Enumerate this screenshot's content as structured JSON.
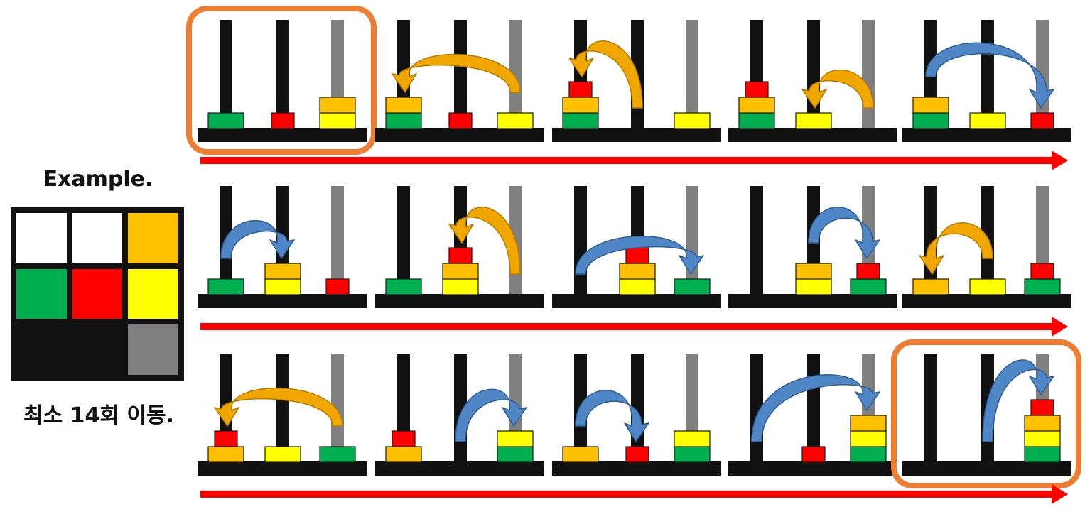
{
  "example_label": "Example.",
  "min_moves_label": "최소 14회 이동.",
  "colors": {
    "green": "#00b050",
    "red": "#ff0000",
    "yellow": "#ffff00",
    "orange": "#ffc000",
    "white": "#ffffff",
    "peg_black": "#111111",
    "peg_gray": "#808080",
    "base": "#111111",
    "highlight": "#ed7d31",
    "arrow_orange": "#f0a800",
    "arrow_blue": "#4f86c6",
    "progress_arrow": "#ff0000"
  },
  "legend": [
    [
      "white",
      "white",
      "orange"
    ],
    [
      "green",
      "red",
      "yellow"
    ],
    [
      "peg_black",
      "peg_black",
      "peg_gray"
    ]
  ],
  "peg_colors": [
    "peg_black",
    "peg_black",
    "peg_gray"
  ],
  "states": [
    {
      "pegs": [
        [
          "green"
        ],
        [
          "red"
        ],
        [
          "yellow",
          "orange"
        ]
      ],
      "highlight": true
    },
    {
      "pegs": [
        [
          "green",
          "orange"
        ],
        [
          "red"
        ],
        [
          "yellow"
        ]
      ],
      "move": {
        "from": 2,
        "to": 0,
        "color": "orange"
      }
    },
    {
      "pegs": [
        [
          "green",
          "orange",
          "red"
        ],
        [],
        [
          "yellow"
        ]
      ],
      "move": {
        "from": 1,
        "to": 0,
        "color": "orange"
      }
    },
    {
      "pegs": [
        [
          "green",
          "orange",
          "red"
        ],
        [
          "yellow"
        ],
        []
      ],
      "move": {
        "from": 2,
        "to": 1,
        "color": "orange"
      }
    },
    {
      "pegs": [
        [
          "green",
          "orange"
        ],
        [
          "yellow"
        ],
        [
          "red"
        ]
      ],
      "move": {
        "from": 0,
        "to": 2,
        "color": "blue"
      }
    },
    {
      "pegs": [
        [
          "green"
        ],
        [
          "yellow",
          "orange"
        ],
        [
          "red"
        ]
      ],
      "move": {
        "from": 0,
        "to": 1,
        "color": "blue"
      }
    },
    {
      "pegs": [
        [
          "green"
        ],
        [
          "yellow",
          "orange",
          "red"
        ],
        []
      ],
      "move": {
        "from": 2,
        "to": 1,
        "color": "orange"
      }
    },
    {
      "pegs": [
        [],
        [
          "yellow",
          "orange",
          "red"
        ],
        [
          "green"
        ]
      ],
      "move": {
        "from": 0,
        "to": 2,
        "color": "blue"
      }
    },
    {
      "pegs": [
        [],
        [
          "yellow",
          "orange"
        ],
        [
          "green",
          "red"
        ]
      ],
      "move": {
        "from": 1,
        "to": 2,
        "color": "blue"
      }
    },
    {
      "pegs": [
        [
          "orange"
        ],
        [
          "yellow"
        ],
        [
          "green",
          "red"
        ]
      ],
      "move": {
        "from": 1,
        "to": 0,
        "color": "orange"
      }
    },
    {
      "pegs": [
        [
          "orange",
          "red"
        ],
        [
          "yellow"
        ],
        [
          "green"
        ]
      ],
      "move": {
        "from": 2,
        "to": 0,
        "color": "orange"
      }
    },
    {
      "pegs": [
        [
          "orange",
          "red"
        ],
        [],
        [
          "green",
          "yellow"
        ]
      ],
      "move": {
        "from": 1,
        "to": 2,
        "color": "blue"
      }
    },
    {
      "pegs": [
        [
          "orange"
        ],
        [
          "red"
        ],
        [
          "green",
          "yellow"
        ]
      ],
      "move": {
        "from": 0,
        "to": 1,
        "color": "blue"
      }
    },
    {
      "pegs": [
        [],
        [
          "red"
        ],
        [
          "green",
          "yellow",
          "orange"
        ]
      ],
      "move": {
        "from": 0,
        "to": 2,
        "color": "blue"
      }
    },
    {
      "pegs": [
        [],
        [],
        [
          "green",
          "yellow",
          "orange",
          "red"
        ]
      ],
      "move": {
        "from": 1,
        "to": 2,
        "color": "blue"
      },
      "highlight": true
    }
  ]
}
